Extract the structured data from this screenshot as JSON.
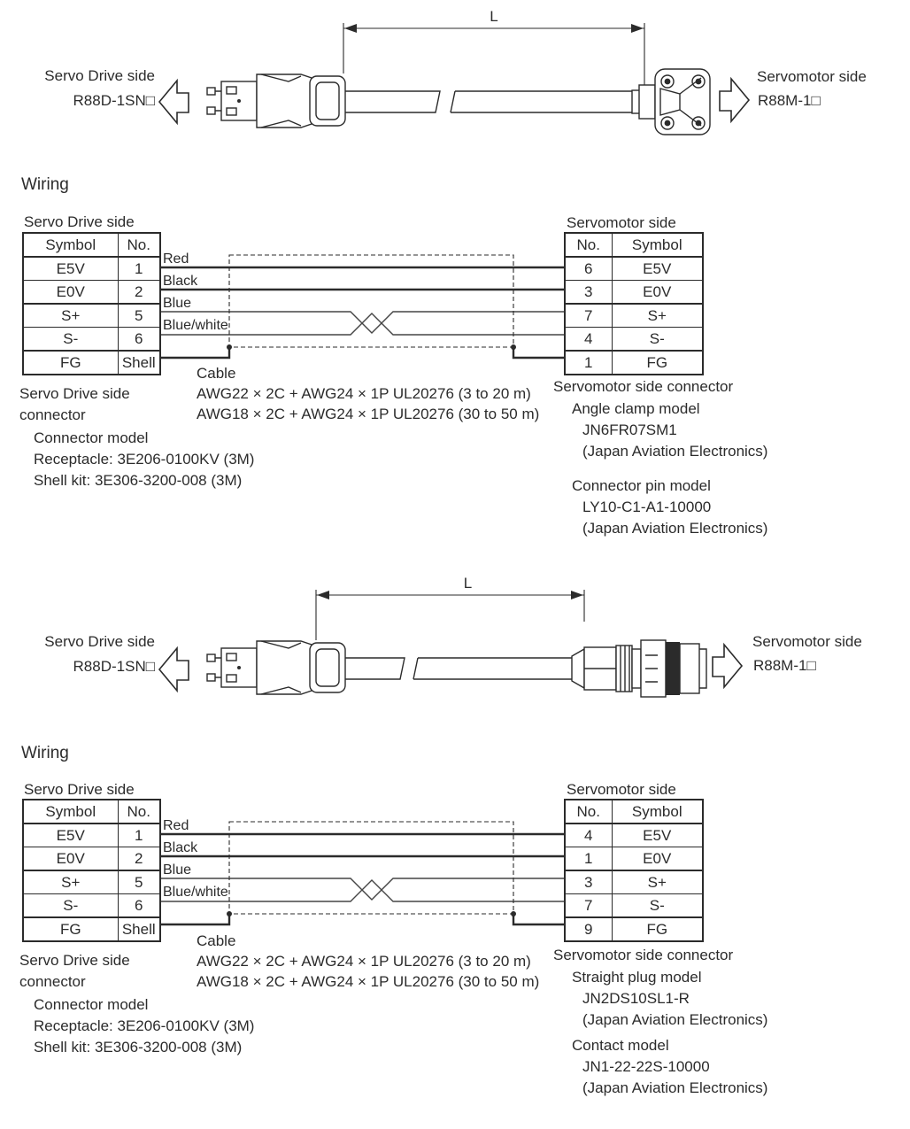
{
  "figure1": {
    "dimension_label": "L",
    "left_label_line1": "Servo Drive side",
    "left_label_line2": "R88D-1SN□",
    "right_label_line1": "Servomotor side",
    "right_label_line2": "R88M-1□"
  },
  "figure2": {
    "dimension_label": "L",
    "left_label_line1": "Servo Drive side",
    "left_label_line2": "R88D-1SN□",
    "right_label_line1": "Servomotor side",
    "right_label_line2": "R88M-1□"
  },
  "wiring1": {
    "heading": "Wiring",
    "drive_table": {
      "caption": "Servo Drive side",
      "headers": [
        "Symbol",
        "No."
      ],
      "rows": [
        [
          "E5V",
          "1"
        ],
        [
          "E0V",
          "2"
        ],
        [
          "S+",
          "5"
        ],
        [
          "S-",
          "6"
        ],
        [
          "FG",
          "Shell"
        ]
      ]
    },
    "motor_table": {
      "caption": "Servomotor side",
      "headers": [
        "No.",
        "Symbol"
      ],
      "rows": [
        [
          "6",
          "E5V"
        ],
        [
          "3",
          "E0V"
        ],
        [
          "7",
          "S+"
        ],
        [
          "4",
          "S-"
        ],
        [
          "1",
          "FG"
        ]
      ]
    },
    "wire_labels": [
      "Red",
      "Black",
      "Blue",
      "Blue/white"
    ],
    "cable": {
      "label": "Cable",
      "spec1": "AWG22 × 2C + AWG24 × 1P UL20276 (3 to 20 m)",
      "spec2": "AWG18 × 2C + AWG24 × 1P UL20276 (30 to 50 m)"
    },
    "drive_connector": {
      "line1": "Servo Drive side",
      "line2": "connector",
      "model_heading": "Connector model",
      "receptacle": "Receptacle: 3E206-0100KV (3M)",
      "shell_kit": "Shell kit: 3E306-3200-008 (3M)"
    },
    "motor_connector": {
      "heading": "Servomotor side connector",
      "group1_title": "Angle clamp model",
      "group1_model": "JN6FR07SM1",
      "group1_maker": "(Japan Aviation Electronics)",
      "group2_title": "Connector pin model",
      "group2_model": "LY10-C1-A1-10000",
      "group2_maker": "(Japan Aviation Electronics)"
    }
  },
  "wiring2": {
    "heading": "Wiring",
    "drive_table": {
      "caption": "Servo Drive side",
      "headers": [
        "Symbol",
        "No."
      ],
      "rows": [
        [
          "E5V",
          "1"
        ],
        [
          "E0V",
          "2"
        ],
        [
          "S+",
          "5"
        ],
        [
          "S-",
          "6"
        ],
        [
          "FG",
          "Shell"
        ]
      ]
    },
    "motor_table": {
      "caption": "Servomotor side",
      "headers": [
        "No.",
        "Symbol"
      ],
      "rows": [
        [
          "4",
          "E5V"
        ],
        [
          "1",
          "E0V"
        ],
        [
          "3",
          "S+"
        ],
        [
          "7",
          "S-"
        ],
        [
          "9",
          "FG"
        ]
      ]
    },
    "wire_labels": [
      "Red",
      "Black",
      "Blue",
      "Blue/white"
    ],
    "cable": {
      "label": "Cable",
      "spec1": "AWG22 × 2C + AWG24 × 1P UL20276 (3 to 20 m)",
      "spec2": "AWG18 × 2C + AWG24 × 1P UL20276 (30 to 50 m)"
    },
    "drive_connector": {
      "line1": "Servo Drive side",
      "line2": "connector",
      "model_heading": "Connector model",
      "receptacle": "Receptacle: 3E206-0100KV (3M)",
      "shell_kit": "Shell kit: 3E306-3200-008 (3M)"
    },
    "motor_connector": {
      "heading": "Servomotor side connector",
      "group1_title": "Straight plug model",
      "group1_model": "JN2DS10SL1-R",
      "group1_maker": "(Japan Aviation Electronics)",
      "group2_title": "Contact model",
      "group2_model": "JN1-22-22S-10000",
      "group2_maker": "(Japan Aviation Electronics)"
    }
  },
  "colors": {
    "line": "#2b2b2b",
    "background": "#ffffff"
  }
}
